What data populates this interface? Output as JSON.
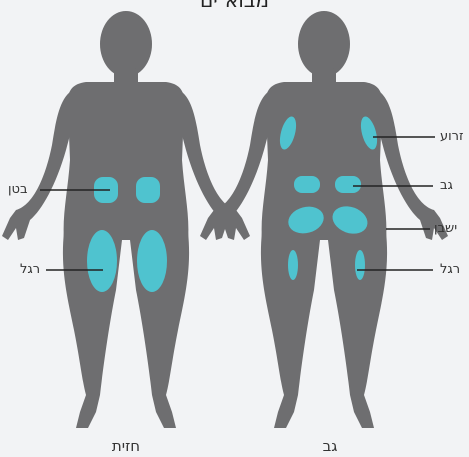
{
  "title": "מבוא־ים",
  "views": {
    "front_caption": "חזית",
    "back_caption": "גב"
  },
  "labels": {
    "front_abdomen": "בטן",
    "front_leg": "רגל",
    "back_arm": "זרוע",
    "back_back": "גב",
    "back_buttock": "ישבן",
    "back_leg": "רגל"
  },
  "colors": {
    "background": "#f2f3f5",
    "body": "#6e6e70",
    "highlight": "#4fc3cf",
    "leader": "#222222"
  }
}
